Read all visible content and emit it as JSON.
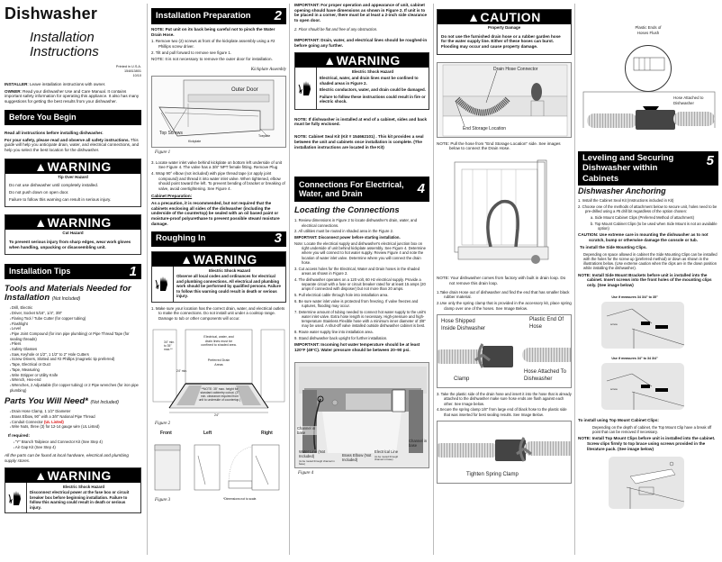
{
  "col1": {
    "title": "Dishwasher",
    "subtitle_line1": "Installation",
    "subtitle_line2": "Instructions",
    "printed": [
      "Printed in U.S.A.",
      "154813801",
      "10/10"
    ],
    "installer_label": "INSTALLER",
    "installer_text": ": Leave installation instructions with owner.",
    "owner_label": "OWNER",
    "owner_text": ": Read your dishwasher Use and Care Manual. It contains important safety information for operating this appliance. It also has many suggestions for getting the best results from your dishwasher.",
    "before_header": "Before You Begin",
    "read_all": "Read all instructions before installing dishwasher.",
    "safety_bold": "For your safety, please read and observe all safety instructions.",
    "safety_text": " This guide will help you anticipate drain, water, and electrical connections, and help you select the best location for the dishwasher.",
    "warning1": {
      "title": "WARNING",
      "subtitle": "Tip Over Hazard",
      "lines": [
        "Do not use dishwasher until completely installed.",
        "Do not push down on open door.",
        "Failure to follow this warning can result in serious injury."
      ]
    },
    "warning2": {
      "title": "WARNING",
      "subtitle": "Cut Hazard",
      "text": "To prevent serious injury from sharp edges, wear work gloves when handling, unpacking or disassembling unit."
    },
    "tips_header": "Installation Tips",
    "tips_num": "1",
    "tools_heading": "Tools and Materials Needed for Installation",
    "tools_note": "(Not Included)",
    "tools": [
      "Drill, Electric",
      "Driver, Socket     5/16\", 1/4\", 3/8\"",
      "Flaring Tool / Tube Cutter (for copper tubing)",
      "Flashlight",
      "Level",
      "Pipe Joint Compound (for iron pipe plumbing) or Pipe Thread Tape (for sealing threads)",
      "Pliers",
      "Safety Glasses",
      "Saw, Keyhole or   1/2\", 1 1/2\" to 2\" Hole Cutters",
      "Screw Drivers, Slotted and #2 Phillips (magnetic tip preferred)",
      "Tape, Electrical or Duct",
      "Tape, Measuring",
      "Wire Stripper or Utility Knife",
      "Wrench, Hex-end",
      "Wrenches, 2 Adjustable (for copper tubing) or 2 Pipe wrenches (for iron pipe plumbing)"
    ],
    "parts_heading": "Parts You Will Need*",
    "parts_note": "(Not Included)",
    "parts": [
      "Drain Hose Clamp, 1 1/2\" Diameter",
      "Brass Elbow, 90° with a 3/8\" National Pipe Thread",
      "Conduit Connector ",
      "Wire Nuts, three (3) for 12-14 gauge wire (UL Listed)"
    ],
    "ul_listed": "(UL Listed)",
    "if_required": "If required:",
    "optional_parts": [
      "\"Y\" Branch Tailpiece and Connector Kit (See Step 4)",
      "Air Gap Kit (See Step 4)"
    ],
    "parts_found": "All the parts can be found at local hardware, electrical and plumbing supply stores.",
    "warning3": {
      "title": "WARNING",
      "subtitle": "Electric Shock Hazard",
      "text": "Disconnect electrical power at the fuse box or circuit breaker box before beginning installation. Failure to follow this warning could result in death or serious injury."
    }
  },
  "col2": {
    "prep_header": "Installation Preparation",
    "prep_num": "2",
    "note1": "NOTE: Put unit on its back being careful not to pinch the Water Drain Hose.",
    "steps_a": [
      "1. Remove two (2) screws at front of the kickplate assembly using a #2 Phillips screw driver.",
      "2. Tilt and pull forward to remove see figure 1."
    ],
    "note2": "NOTE:  It is not necessary to remove the outer door for installation.",
    "fig1_title": "Kickplate Assembly",
    "fig1_labels": {
      "outer_door": "Outer Door",
      "top_screws": "Top Screws",
      "kickplate": "Kickplate",
      "toeplate": "Toeplate"
    },
    "fig1_caption": "Figure 1",
    "steps_b": [
      "3. Locate water inlet valve behind kickplate on bottom left underside of unit See Figure 4. The valve has a 3/8\" NPT female fitting. Remove Plug",
      "4. Wrap 90° elbow (not included) with pipe thread tape (or apply joint compound) and thread it into water inlet valve. When tightened, elbow should point toward the left. To prevent bending of bracket or breaking of valve, avoid overtightening. See Figure 4."
    ],
    "cabinet_prep_title": "Cabinet Preparation:",
    "cabinet_prep_text": "As a precaution, it is recommended, but not required that the cabinets enclosing all sides of the dishwasher (including the underside of the countertop) be sealed with an oil based paint or moisture-proof polyurethane to prevent possible steam/ moisture damage.",
    "rough_header": "Roughing In",
    "rough_num": "3",
    "warning4": {
      "title": "WARNING",
      "subtitle": "Electric Shock Hazard",
      "text": "Observe all local codes and ordinances for electrical and plumbing connections. All electrical and plumbing work should be performed by qualified persons. Failure to follow this warning could result in death or serious injury."
    },
    "step1": "1. Make sure your location has the correct drain, water, and electrical outlets to make the connections. Do not install unit under a cooktop range. Damage to tub or other components will occur.",
    "fig2_labels": {
      "shaded": "Electrical, water, and drain lines must be confined to shaded area.",
      "preferred": "Preferred Drain Areas",
      "note": "**NOTE: 35\" max. height for standard cabinetry cutout. (3\" min. clearance required from unit to underside of countertop.)",
      "width": "24\"",
      "height": "34\" min. to 35\" max.**",
      "depth": "24\" min."
    },
    "fig2_caption": "Figure 2",
    "fig3_views": [
      "Front",
      "Left",
      "Right"
    ],
    "fig3_caption": "Figure 3",
    "fig3_footnote": "*Dimensions not to scale."
  },
  "col3": {
    "important1": "IMPORTANT: For proper operation and appearance of unit, cabinet opening should have dimensions as shown in Figure 2. If unit is to be placed in a corner, there must be at least a 2-inch side clearance to open door.",
    "step2": "2.   Floor should be flat and free of any obstruction.",
    "important2": "IMPORTANT:  Drain, water, and electrical lines should be roughed-in before going any further.",
    "warning5": {
      "title": "WARNING",
      "subtitle": "Electric Shock Hazard",
      "lines": [
        "Electrical, water, and drain lines must be confined to shaded areas in Figure 2.",
        "Electric conductors, water, and drain could be damaged.",
        "Failure to follow these instructions could result in fire or electric shock."
      ]
    },
    "note3": "NOTE:  If dishwasher is installed at end of a cabinet, sides and back must be fully enclosed.",
    "note4": "NOTE: Cabinet Seal Kit (Kit # 154662101) .  This kit provides a seal between the unit and cabinets once installation is complete. (The installation instructions are located in the Kit)",
    "conn_header": "Connections For Electrical, Water, and Drain",
    "conn_num": "4",
    "locating_heading": "Locating the Connections",
    "locating_steps": [
      "1.  Review dimensions in Figure 2 to locate dishwasher's drain, water, and electrical connections.",
      "2.  All utilities must be routed in shaded area in the Figure 2.",
      "IMPORTANT: Disconnect power before starting installation.",
      "Note: Locate the electrical supply and dishwasher's electrical junction box on right underside of unit behind kickplate assembly. See Figure 4. Determine where you will connect to hot water supply. Review Figure 4 and note the location of water inlet valve. Determine where you will connect the drain hose.",
      "3.  Cut access holes for the Electrical, Water and Drain hoses in the shaded areas as shown in Figure 2.",
      "4. The dishwasher operates on a 120 volt, 60 Hz electrical supply. Provide a separate circuit with a fuse or circuit breaker rated for at least 15 amps (20 amps if connected with disposer) but not more than 20 amps.",
      "5. Pull electrical cable through hole into installation area.",
      "6. Be sure water inlet valve is protected from freezing. If valve freezes and ruptures, flooding may occur.",
      "7. Determine amount of tubing needed to connect hot water supply to the unit's water inlet valve. Extra hose length is necessary. High-pressure and high-temperature Stainless Flexible hose with a minimum inner diameter of 3/8\" may be used. A shut-off valve installed outside dishwasher cabinet is best.",
      "8. Route water supply line into installation area.",
      "9.  Stand dishwasher back upright for further installation."
    ],
    "important3": "IMPORTANT: Incoming hot water temperature should be at least 120°F (49°C).  Water pressure should be between 20–90 psi.",
    "fig4_labels": {
      "channel_left": "Channel in base",
      "channel_right": "Channel in base",
      "water_line": "Water Line (Not Included)",
      "water_line_sub": "(to be routed through channel in base)",
      "brass_elbow": "Brass Elbow (Not Included)",
      "electrical_line": "Electrical Line",
      "electrical_sub": "(to be routed through channel in base)"
    },
    "fig4_caption": "Figure 4"
  },
  "col4": {
    "caution": {
      "title": "CAUTION",
      "subtitle": "Property Damage",
      "text": "Do not use the furnished drain hose or a rubber garden hose for the water supply line. Either of these hoses can burst. Flooding may occur and cause property damage."
    },
    "fig_drain_labels": {
      "connector": "Drain Hose Connector",
      "storage": "End Storage Location"
    },
    "note_pull": "NOTE:  Pull the hose from \"End Storage Location\" side. See images below to connect the Drain Hose.",
    "note_loop": "NOTE:  Your dishwasher comes from factory with built in drain loop.  Do not remove this drain loop.",
    "hose_steps_a": [
      "1.Take drain Hose out of dishwasher and find the end that has smaller black rubber material.",
      "2.Use only the spring clamp that is provided in the accessory kit, place spring clamp over one of the hoses. See Image Below."
    ],
    "fig_hose_labels": {
      "shipped": "Hose Shipped Inside Dishwasher",
      "plastic_end": "Plastic End Of Hose",
      "clamp": "Clamp",
      "attached": "Hose Attached To Dishwasher"
    },
    "hose_steps_b": [
      "3.   Take the plastic side of the drain hose and insert it into the hose that is already attached to the dishwasher make sure hose ends are flush against each other.  See Image below.",
      "4.Secure the spring clamp 1/8\" from large end of black hose to the plastic side that was inserted for best sealing results. See Image Below."
    ],
    "fig_clamp_label": "Tighten Spring Clamp"
  },
  "col5": {
    "fig_flush_labels": {
      "flush": "Plastic Ends of Hoses Flush",
      "attached": "Hose Attached to Dishwasher"
    },
    "level_header_line1": "Leveling and Securing",
    "level_header_line2": "Dishwasher within",
    "level_header_line3": "Cabinets",
    "level_num": "5",
    "anchoring_heading": "Dishwasher Anchoring",
    "anchor_steps": [
      "1.   Install the Cabinet Seal Kit (Instructions included in Kit)",
      "2.   Choose one of the methods of attachment below to secure unit, holes need to be pre-drilled using a #5 drill bit regardless of the option chosen:"
    ],
    "options": [
      "a.  Side Mount Cabinet Clips (Preferred Method of attachment)",
      "b.  Top Mount Cabinet Clips (to be used when Side Mount is not an available option)"
    ],
    "caution_text": "CAUTION:  Use extreme care in mounting the dishwasher as to not scratch, bump or otherwise damage the console or tub.",
    "side_title": "To install the Side Mounting Clips.",
    "side_text": "Depending on space allowed in cabinet the Side Mounting Clips can be installed with the holes for the screw up (preferred method) or down as shown in the illustrations below.  (Use extreme caution when the clips are in the down position while installing the dishwasher).",
    "side_note": "NOTE: Install Side Mount Brackets before unit is installed into the cabinet.  Insert screws into the front holes of the mounting clips only. (See image below)",
    "img1_label": "Use if measures 34 3/4\" to 35\"",
    "img2_label": "Use if measures 34\" to 34 3/4\"",
    "screw_label": "screw",
    "top_title": "To install using Top Mount Cabinet Clips:",
    "top_text": "Depending on the depth of cabinet, the Top Mount Clip have a break off point that can be removed if necessary.",
    "top_note": "NOTE:  Install Top Mount Clips before unit is installed into the cabinet.  Screw clips firmly to top brace using screws provided in the literature pack. (See image below)"
  }
}
